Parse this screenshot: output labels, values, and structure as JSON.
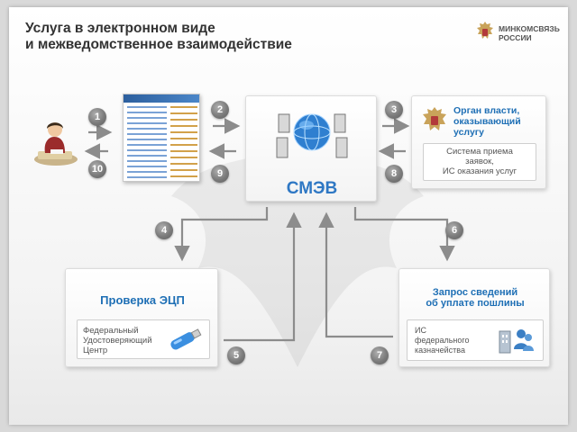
{
  "header": {
    "title_line1": "Услуга в электронном виде",
    "title_line2": "и межведомственное взаимодействие",
    "logo_line1": "МИНКОМСВЯЗЬ",
    "logo_line2": "РОССИИ"
  },
  "smev": {
    "label": "СМЭВ"
  },
  "authority": {
    "title_line1": "Орган власти,",
    "title_line2": "оказывающий",
    "title_line3": "услугу",
    "system_line1": "Система приема",
    "system_line2": "заявок,",
    "system_line3": "ИС оказания услуг"
  },
  "signature_check": {
    "title": "Проверка ЭЦП",
    "center_line1": "Федеральный",
    "center_line2": "Удостоверяющий",
    "center_line3": "Центр"
  },
  "fee_request": {
    "title_line1": "Запрос сведений",
    "title_line2": "об уплате пошлины",
    "system_line1": "ИС",
    "system_line2": "федерального",
    "system_line3": "казначейства"
  },
  "steps": [
    "1",
    "2",
    "3",
    "4",
    "5",
    "6",
    "7",
    "8",
    "9",
    "10"
  ],
  "colors": {
    "accent_blue": "#1e6fb5",
    "badge_gray": "#7b7b7b",
    "arrow_gray": "#8c8c8c"
  },
  "icons": {
    "user": "user-at-desk-icon",
    "portal": "portal-screenshot-icon",
    "network": "globe-servers-icon",
    "emblem": "coat-of-arms-icon",
    "usb": "usb-token-icon",
    "treasury": "treasury-users-icon"
  }
}
